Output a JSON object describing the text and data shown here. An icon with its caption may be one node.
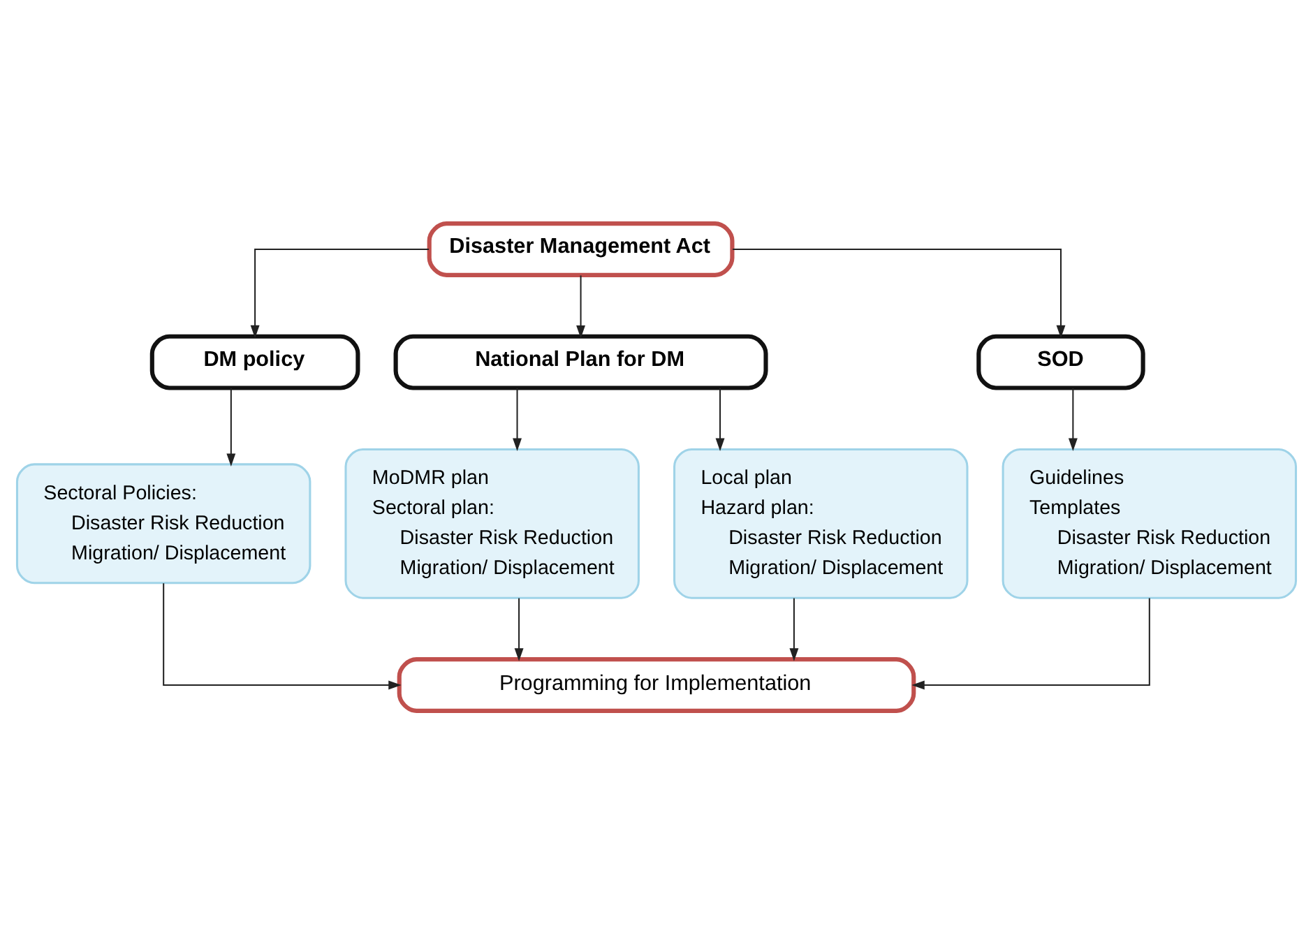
{
  "diagram": {
    "nodes": [
      {
        "text": [
          "Disaster Management Act"
        ]
      },
      {
        "text": [
          "DM policy"
        ]
      },
      {
        "text": [
          "National Plan for DM"
        ]
      },
      {
        "text": [
          "SOD"
        ]
      },
      {
        "text": [
          "Sectoral Policies:",
          "Disaster Risk Reduction",
          "Migration/ Displacement"
        ]
      },
      {
        "text": [
          "MoDMR plan",
          "Sectoral plan:",
          "Disaster Risk Reduction",
          "Migration/ Displacement"
        ]
      },
      {
        "text": [
          "Local plan",
          "Hazard plan:",
          "Disaster Risk Reduction",
          "Migration/ Displacement"
        ]
      },
      {
        "text": [
          "Guidelines",
          "Templates",
          "Disaster Risk Reduction",
          "Migration/ Displacement"
        ]
      },
      {
        "text": [
          "Programming for Implementation"
        ]
      }
    ],
    "edges": [
      {
        "from": 0,
        "to": 1,
        "arrow": "to"
      },
      {
        "from": 0,
        "to": 2,
        "arrow": "to"
      },
      {
        "from": 0,
        "to": 3,
        "arrow": "to"
      },
      {
        "from": 1,
        "to": 4,
        "arrow": "to"
      },
      {
        "from": 2,
        "to": 5,
        "arrow": "to"
      },
      {
        "from": 2,
        "to": 6,
        "arrow": "to"
      },
      {
        "from": 3,
        "to": 7,
        "arrow": "to"
      },
      {
        "from": 4,
        "to": 8,
        "arrow": "to"
      },
      {
        "from": 5,
        "to": 8,
        "arrow": "to"
      },
      {
        "from": 6,
        "to": 8,
        "arrow": "to"
      },
      {
        "from": 7,
        "to": 8,
        "arrow": "to"
      }
    ]
  }
}
